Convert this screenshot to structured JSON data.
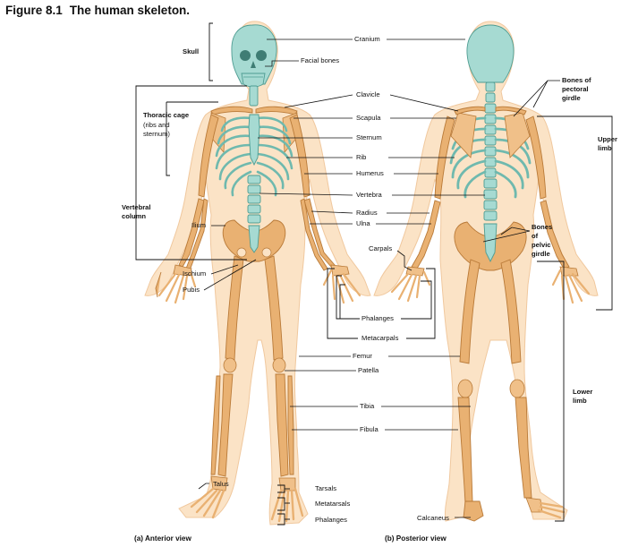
{
  "figure": {
    "number": "Figure 8.1",
    "title": "The human skeleton."
  },
  "labels": {
    "cranium": "Cranium",
    "facial_bones": "Facial bones",
    "clavicle": "Clavicle",
    "scapula": "Scapula",
    "sternum": "Sternum",
    "rib": "Rib",
    "humerus": "Humerus",
    "vertebra": "Vertebra",
    "radius": "Radius",
    "ulna": "Ulna",
    "carpals": "Carpals",
    "phalanges_hand": "Phalanges",
    "metacarpals": "Metacarpals",
    "femur": "Femur",
    "patella": "Patella",
    "tibia": "Tibia",
    "fibula": "Fibula",
    "tarsals": "Tarsals",
    "metatarsals": "Metatarsals",
    "phalanges_foot": "Phalanges",
    "calcaneus": "Calcaneus",
    "ilium": "Ilium",
    "ischium": "Ischium",
    "pubis": "Pubis",
    "talus": "Talus"
  },
  "groups": {
    "skull": "Skull",
    "thoracic_cage_title": "Thoracic cage",
    "thoracic_cage_line1": "(ribs and",
    "thoracic_cage_line2": "sternum)",
    "vertebral_column_line1": "Vertebral",
    "vertebral_column_line2": "column",
    "pectoral_line1": "Bones of",
    "pectoral_line2": "pectoral",
    "pectoral_line3": "girdle",
    "upper_limb_line1": "Upper",
    "upper_limb_line2": "limb",
    "pelvic_line1": "Bones",
    "pelvic_line2": "of",
    "pelvic_line3": "pelvic",
    "pelvic_line4": "girdle",
    "lower_limb_line1": "Lower",
    "lower_limb_line2": "limb"
  },
  "captions": {
    "anterior": "(a) Anterior view",
    "posterior": "(b) Posterior view"
  },
  "colors": {
    "axial_skeleton": "#a6dad2",
    "appendicular_skeleton": "#e9b172",
    "body_outline": "#fbe3c6"
  }
}
